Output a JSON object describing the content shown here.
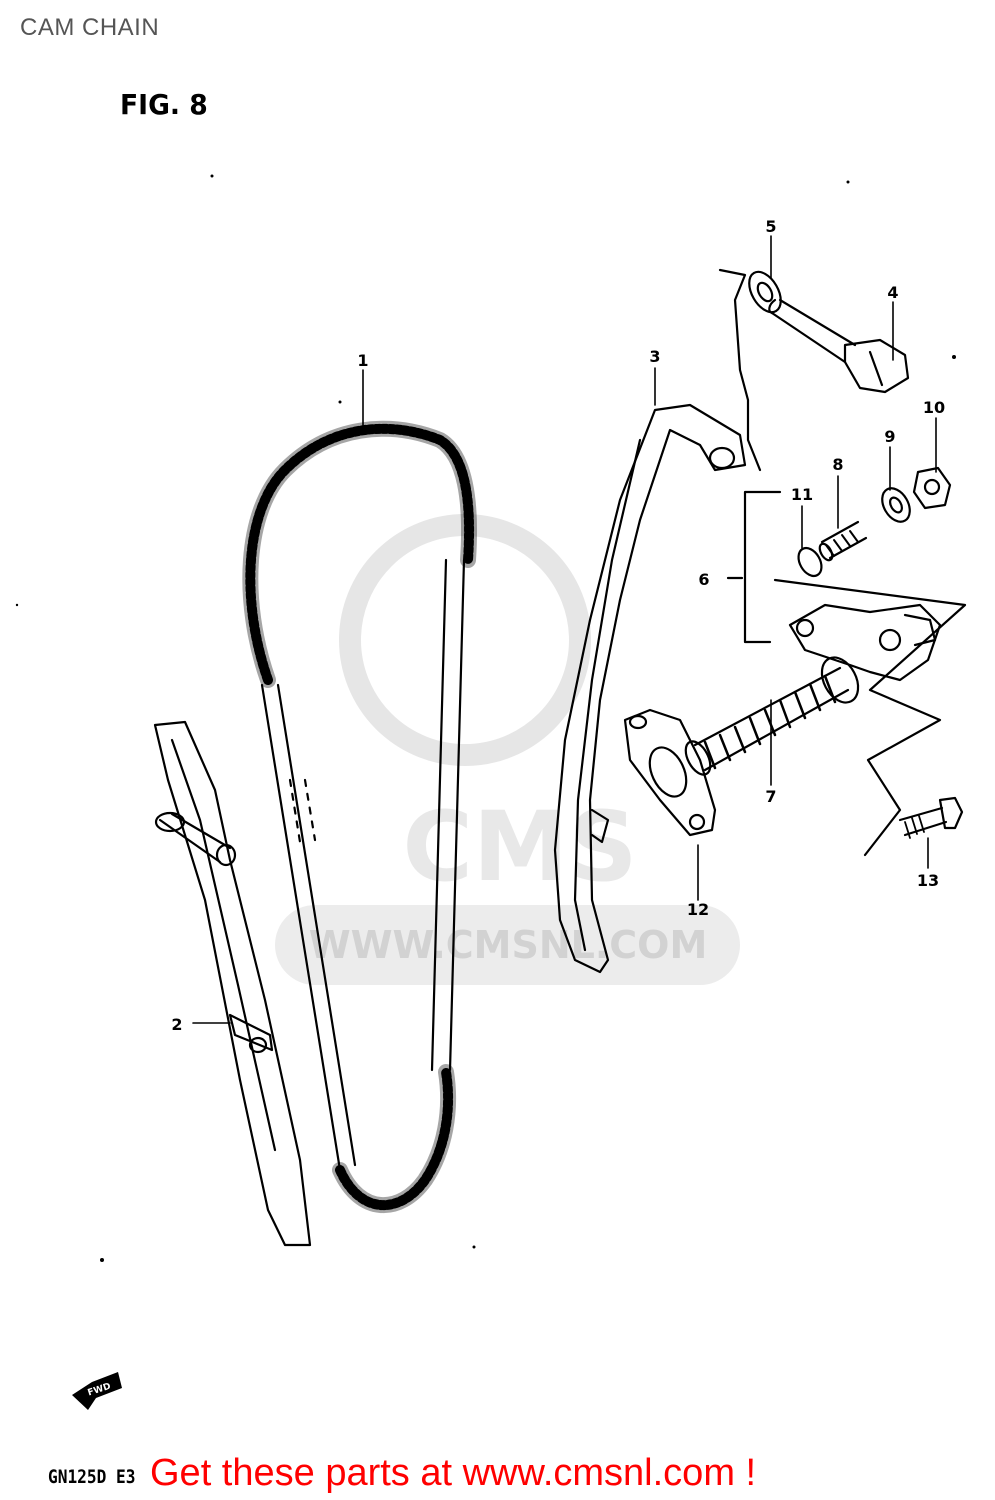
{
  "header": {
    "title": "CAM CHAIN",
    "figure": "FIG. 8"
  },
  "callouts": [
    {
      "id": "1",
      "label": "1"
    },
    {
      "id": "2",
      "label": "2"
    },
    {
      "id": "3",
      "label": "3"
    },
    {
      "id": "4",
      "label": "4"
    },
    {
      "id": "5",
      "label": "5"
    },
    {
      "id": "6",
      "label": "6"
    },
    {
      "id": "7",
      "label": "7"
    },
    {
      "id": "8",
      "label": "8"
    },
    {
      "id": "9",
      "label": "9"
    },
    {
      "id": "10",
      "label": "10"
    },
    {
      "id": "11",
      "label": "11"
    },
    {
      "id": "12",
      "label": "12"
    },
    {
      "id": "13",
      "label": "13"
    }
  ],
  "watermark": {
    "text": "WWW.CMSNL.COM",
    "logo_text": "CMS"
  },
  "fwd_arrow": "FWD",
  "footer": {
    "model_code": "GN125D E3",
    "promo": "Get these parts at www.cmsnl.com !"
  },
  "colors": {
    "ink": "#000000",
    "promo": "#ff0000",
    "title": "#555555",
    "watermark": "#e6e6e6"
  }
}
